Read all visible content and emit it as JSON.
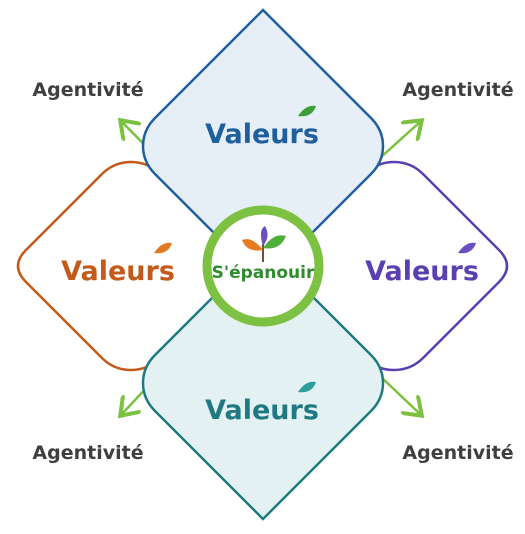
{
  "center": {
    "label": "S'épanouir"
  },
  "petals": {
    "top": {
      "label": "Valeurs",
      "color": "#1f5f9e",
      "fill": "#e6eff8"
    },
    "left": {
      "label": "Valeurs",
      "color": "#c45a1a",
      "fill": "#ffffff"
    },
    "right": {
      "label": "Valeurs",
      "color": "#5a3fb0",
      "fill": "#ffffff"
    },
    "bottom": {
      "label": "Valeurs",
      "color": "#1e7a80",
      "fill": "#e4f1f2"
    }
  },
  "arrows": {
    "color": "#7cc142",
    "top_left": "Agentivité",
    "top_right": "Agentivité",
    "bottom_left": "Agentivité",
    "bottom_right": "Agentivité"
  }
}
